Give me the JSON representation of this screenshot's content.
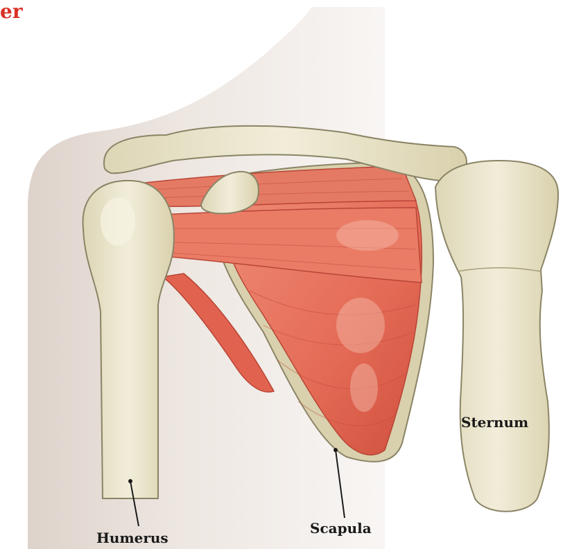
{
  "title": "er",
  "labels": {
    "humerus": "Humerus",
    "scapula": "Scapula",
    "sternum": "Sternum"
  },
  "colors": {
    "title": "#d93025",
    "bone": "#e8e3c8",
    "bone_shadow": "#cfc7a4",
    "muscle": "#e8705c",
    "muscle_dark": "#c94a3a",
    "skin": "#e6ddd6"
  }
}
